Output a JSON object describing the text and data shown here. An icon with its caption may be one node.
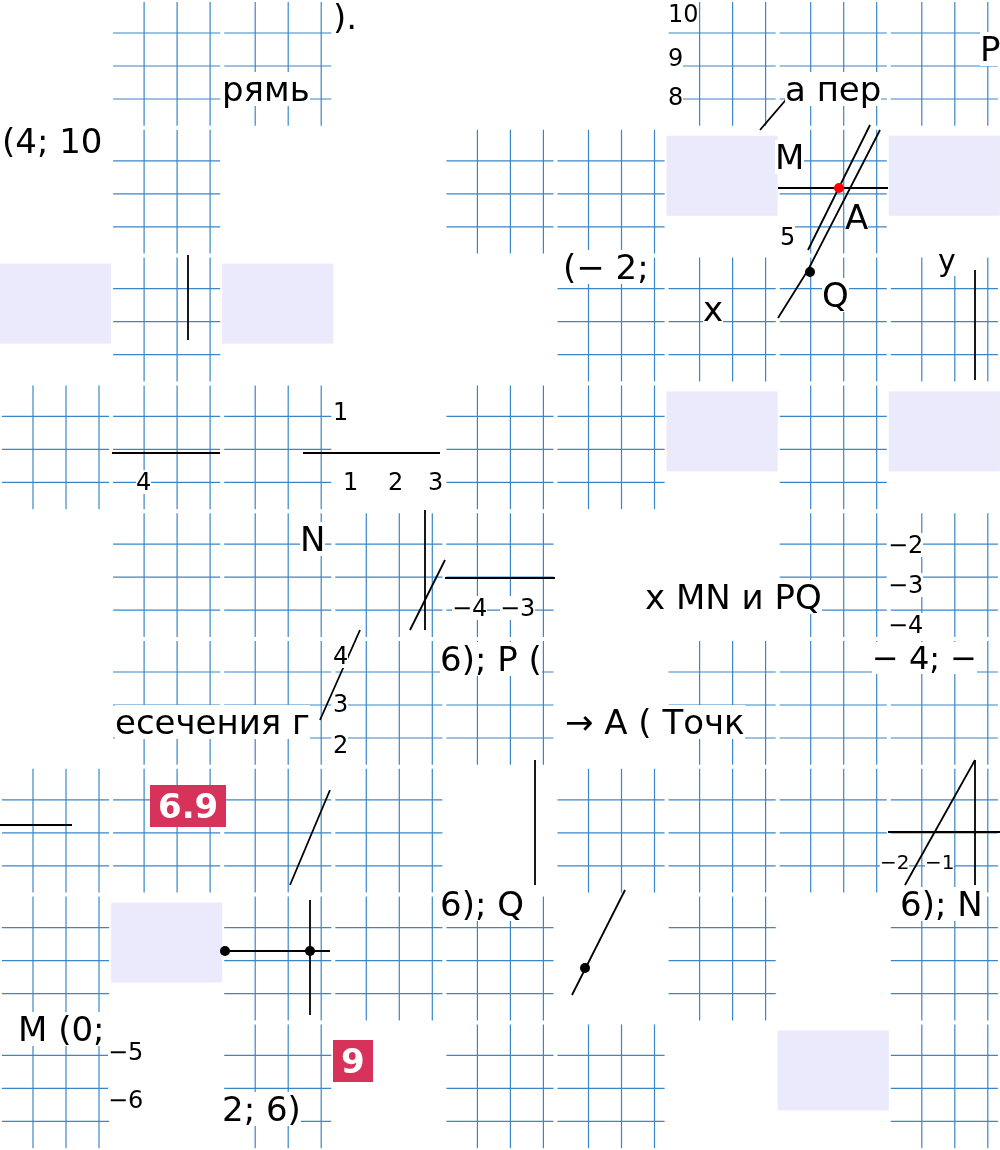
{
  "diagram": {
    "nodes": [
      {
        "text": [
          "6.9"
        ]
      },
      {
        "text": [
          "9"
        ]
      }
    ],
    "labels": [
      ").",
      "10",
      "9",
      "P",
      "рямь",
      "8",
      "а пер",
      "(4; 10",
      "M",
      "A",
      "5",
      "(− 2;",
      "y",
      "Q",
      "x",
      "1",
      "4",
      "1",
      "2",
      "3",
      "N",
      "−2",
      "х MN и PQ",
      "−3",
      "−4",
      "−4",
      "−3",
      "4",
      "6); P (",
      "− 4; −",
      "3",
      "есечения г",
      "→ A ( Точк",
      "2",
      "−2",
      "−1",
      "6); Q",
      "6); N",
      "M (0;",
      "−5",
      "−6",
      "2; 6)"
    ]
  }
}
